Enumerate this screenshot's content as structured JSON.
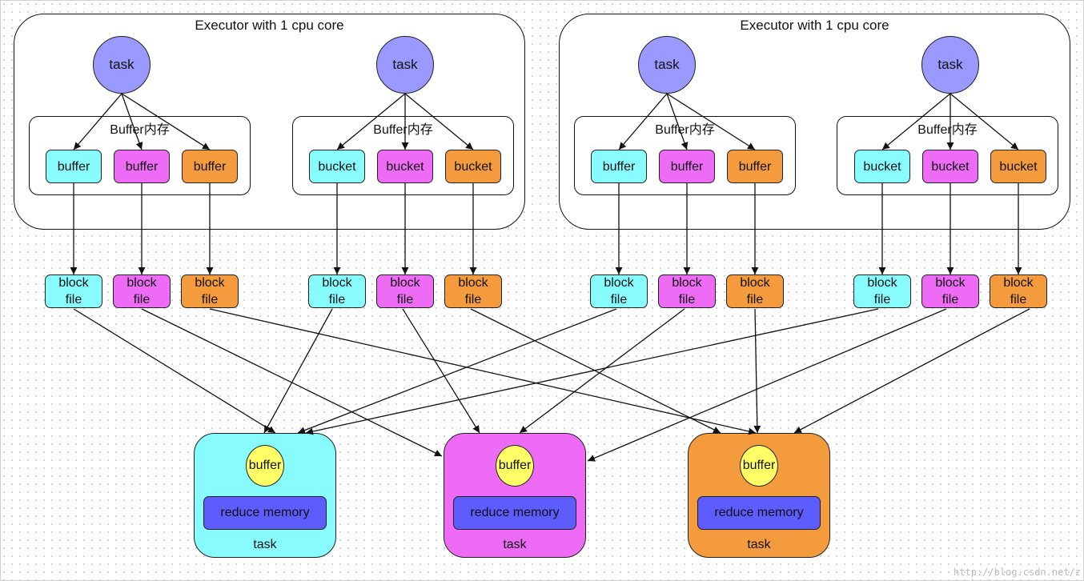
{
  "executor_title": "Executor with 1 cpu core",
  "task_label": "task",
  "group_title": "Buffer内存",
  "buffer_label": "buffer",
  "bucket_label": "bucket",
  "block_file_label": "block\nfile",
  "reduce_memory_label": "reduce memory",
  "reducer_buffer_label": "buffer",
  "reducer_task_label": "task",
  "watermark": "http://blog.csdn.net/z",
  "colors": {
    "task": "#9999ff",
    "cyan": "#88fbff",
    "magenta": "#ee6cf5",
    "orange": "#f39b3d",
    "reduce_buffer": "#ffff66",
    "reduce_memory": "#5c5cff"
  }
}
